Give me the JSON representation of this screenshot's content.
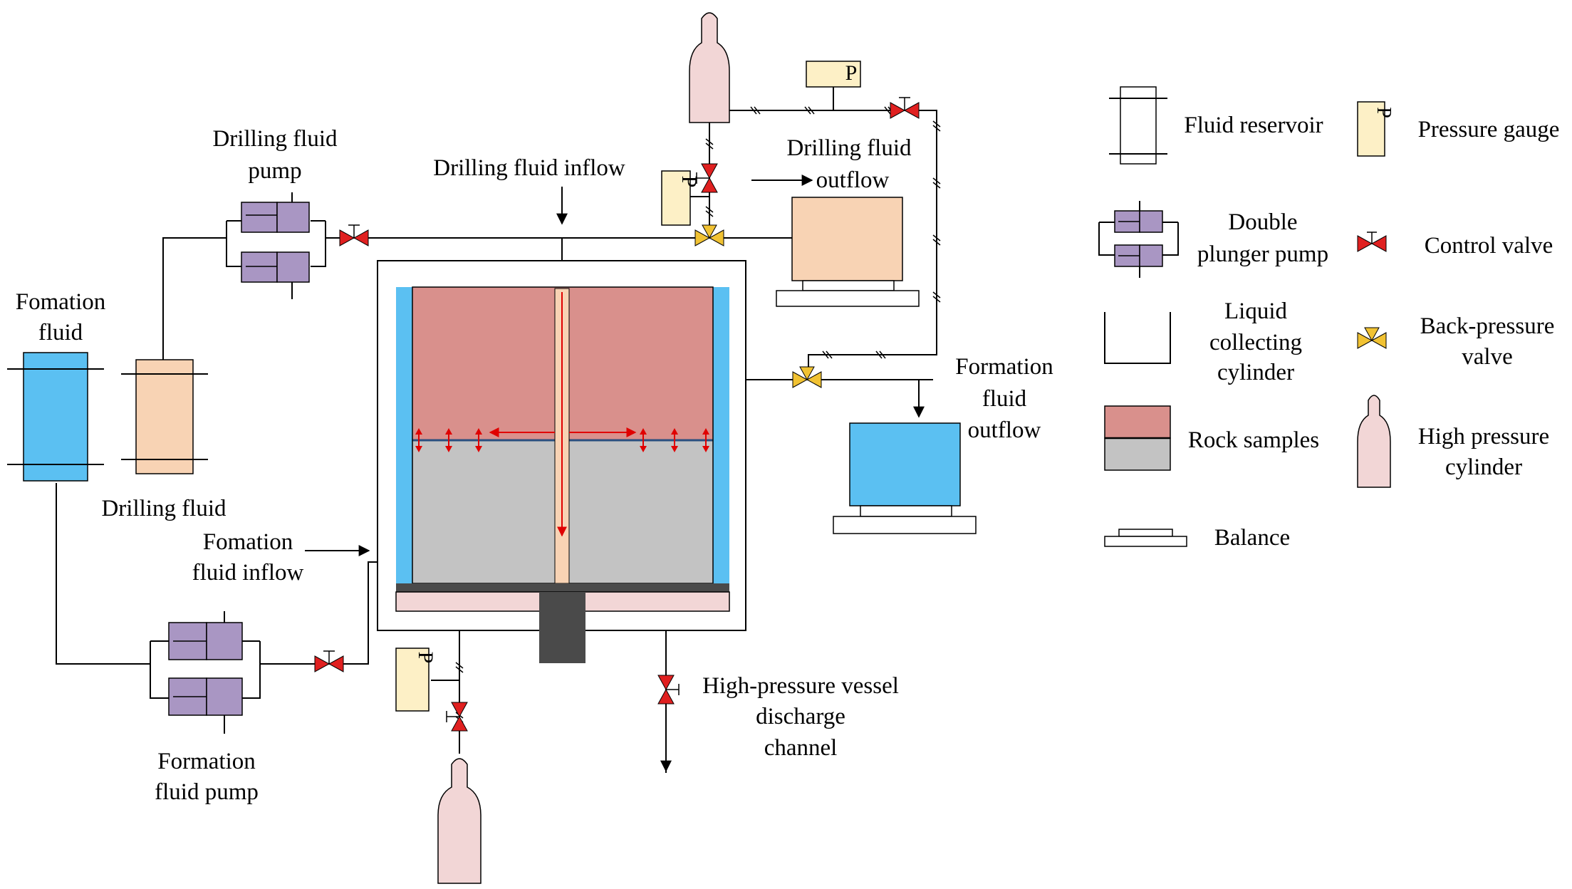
{
  "labels": {
    "drilling_fluid_pump": [
      "Drilling fluid",
      "pump"
    ],
    "formation_fluid": [
      "Fomation",
      "fluid"
    ],
    "drilling_fluid": "Drilling fluid",
    "formation_fluid_inflow": [
      "Fomation",
      "fluid inflow"
    ],
    "formation_fluid_pump": [
      "Formation",
      "fluid pump"
    ],
    "drilling_fluid_inflow": "Drilling fluid inflow",
    "drilling_fluid_outflow": [
      "Drilling fluid",
      "outflow"
    ],
    "formation_fluid_outflow": [
      "Formation",
      "fluid",
      "outflow"
    ],
    "discharge_channel": [
      "High-pressure vessel",
      "discharge",
      "channel"
    ],
    "gauge_letter": "P"
  },
  "legend": {
    "fluid_reservoir": "Fluid reservoir",
    "pressure_gauge": "Pressure gauge",
    "double_plunger_pump": [
      "Double",
      "plunger pump"
    ],
    "control_valve": "Control valve",
    "liquid_collecting_cylinder": [
      "Liquid",
      "collecting",
      "cylinder"
    ],
    "back_pressure_valve": [
      "Back-pressure",
      "valve"
    ],
    "rock_samples": "Rock samples",
    "high_pressure_cylinder": [
      "High pressure",
      "cylinder"
    ],
    "balance": "Balance"
  },
  "colors": {
    "formation_fluid_blue": "#5bc0f2",
    "drilling_fluid_peach": "#f8d3b4",
    "rock_upper": "#d9908c",
    "rock_lower": "#c3c3c3",
    "pump_purple": "#a996c3",
    "cylinder_pink": "#f2d6d6",
    "gauge_yellow": "#fdf0c6",
    "valve_red": "#e02020",
    "backpressure_yellow": "#f1c232",
    "piston_dark": "#4a4a4a",
    "flow_arrow_red": "#e00000"
  }
}
